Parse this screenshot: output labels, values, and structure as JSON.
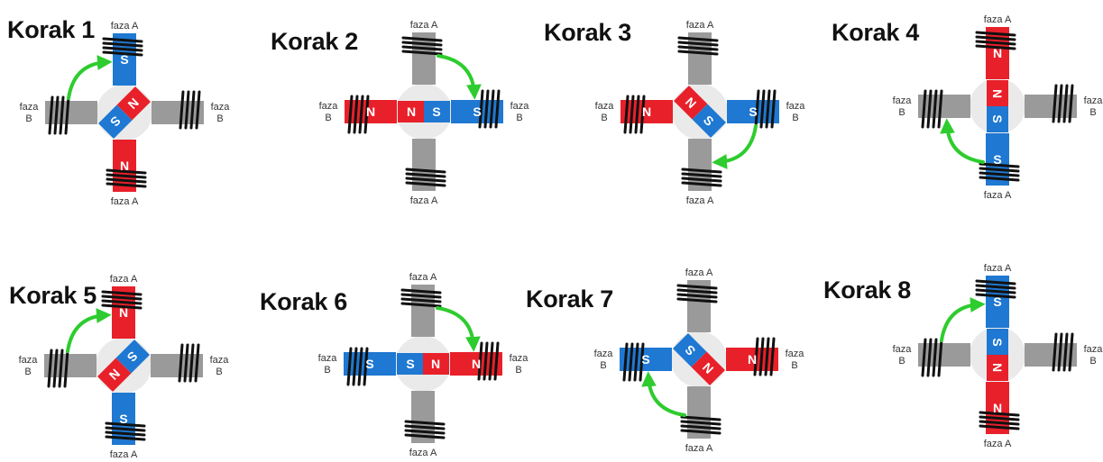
{
  "labels": {
    "phase_a": "faza A",
    "phase_b_line1": "faza",
    "phase_b_line2": "B",
    "pole_n": "N",
    "pole_s": "S"
  },
  "colors": {
    "north": "#e8202a",
    "south": "#1f78d1",
    "core": "#9a9a9a",
    "rotor_disc": "#eaeaea",
    "coil": "#111111",
    "arrow": "#2ecc2e"
  },
  "icons": {
    "arrow": "green-curved-arrow",
    "coil": "wire-coil"
  },
  "steps": [
    {
      "label": "Korak 1",
      "energized": "A",
      "top": "S",
      "bottom": "N",
      "left": null,
      "right": null,
      "rotor_angle": 135,
      "rotor_near": "N",
      "rotor_far": "S",
      "arrow": "left-to-top"
    },
    {
      "label": "Korak 2",
      "energized": "B",
      "top": null,
      "bottom": null,
      "left": "N",
      "right": "S",
      "rotor_angle": 0,
      "rotor_near": "N",
      "rotor_far": "S",
      "arrow": "top-to-right"
    },
    {
      "label": "Korak 3",
      "energized": "B",
      "top": null,
      "bottom": null,
      "left": "N",
      "right": "S",
      "rotor_angle": 45,
      "rotor_near": "N",
      "rotor_far": "S",
      "arrow": "right-to-bottom"
    },
    {
      "label": "Korak 4",
      "energized": "A",
      "top": "N",
      "bottom": "S",
      "left": null,
      "right": null,
      "rotor_angle": 90,
      "rotor_near": "N",
      "rotor_far": "S",
      "arrow": "bottom-to-left"
    },
    {
      "label": "Korak 5",
      "energized": "A",
      "top": "N",
      "bottom": "S",
      "left": null,
      "right": null,
      "rotor_angle": 135,
      "rotor_near": "S",
      "rotor_far": "N",
      "arrow": "left-to-top"
    },
    {
      "label": "Korak 6",
      "energized": "B",
      "top": null,
      "bottom": null,
      "left": "S",
      "right": "N",
      "rotor_angle": 0,
      "rotor_near": "S",
      "rotor_far": "N",
      "arrow": "top-to-right"
    },
    {
      "label": "Korak 7",
      "energized": "B",
      "top": null,
      "bottom": null,
      "left": "S",
      "right": "N",
      "rotor_angle": -135,
      "rotor_near": "N",
      "rotor_far": "S",
      "arrow": "bottom-to-left"
    },
    {
      "label": "Korak 8",
      "energized": "A",
      "top": "S",
      "bottom": "N",
      "left": null,
      "right": null,
      "rotor_angle": 90,
      "rotor_near": "S",
      "rotor_far": "N",
      "arrow": "left-to-top"
    }
  ]
}
